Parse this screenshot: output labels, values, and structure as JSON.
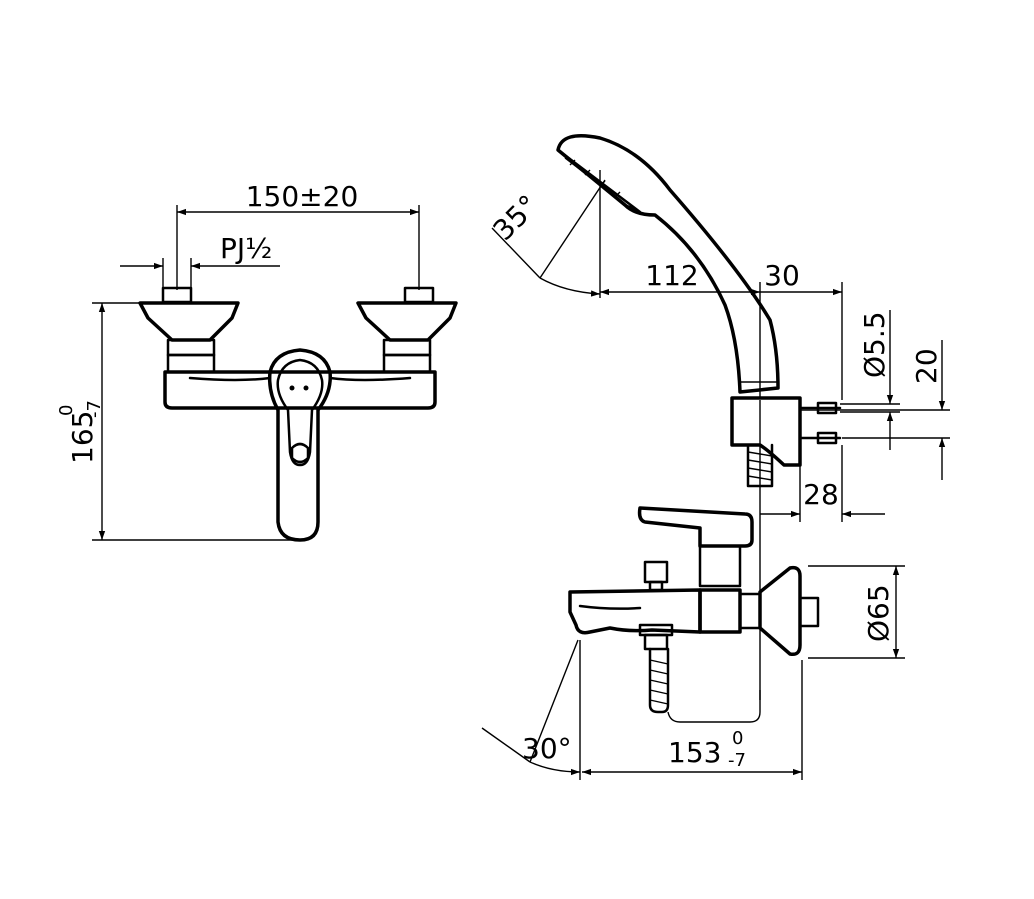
{
  "dimensions": {
    "width_label": "150±20",
    "thread_label": "PJ½",
    "height_label": "165",
    "height_tol_upper": "0",
    "height_tol_lower": "-7",
    "angle_head": "35°",
    "dist_112": "112",
    "dist_30": "30",
    "dia_hole": "Ø5.5",
    "dist_20": "20",
    "dist_28": "28",
    "dia_flange": "Ø65",
    "angle_spout": "30°",
    "spout_len": "153",
    "spout_tol_upper": "0",
    "spout_tol_lower": "-7"
  },
  "colors": {
    "line": "#000000",
    "background": "#ffffff"
  }
}
